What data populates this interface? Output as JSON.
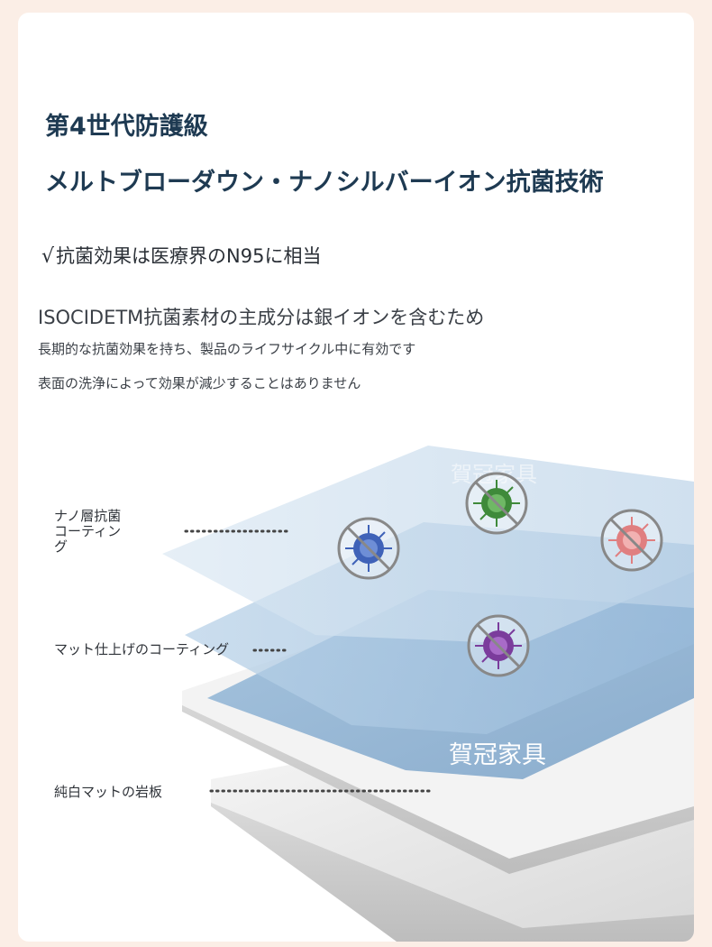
{
  "heading": {
    "line1": "第4世代防護級",
    "line2": "メルトブローダウン・ナノシルバーイオン抗菌技術"
  },
  "claim": {
    "tick": "√",
    "text": "抗菌効果は医療界のN95に相当"
  },
  "description": {
    "main": "ISOCIDETM抗菌素材の主成分は銀イオンを含むため",
    "sub1": "長期的な抗菌効果を持ち、製品のライフサイクル中に有効です",
    "sub2": "表面の洗浄によって効果が減少することはありません"
  },
  "layers": {
    "nano": [
      "ナノ層抗菌",
      "コーティン",
      "グ"
    ],
    "matte": "マット仕上げのコーティング",
    "stone": "純白マットの岩板"
  },
  "brand": {
    "watermark_top": "賀冠家具",
    "watermark_main": "賀冠家具"
  },
  "icons": {
    "virus_blue": "blue-virus-crossed-icon",
    "virus_green": "green-virus-crossed-icon",
    "virus_red": "red-virus-crossed-icon",
    "virus_purple": "purple-virus-crossed-icon"
  },
  "colors": {
    "background": "#fbeee6",
    "heading": "#1e3a52",
    "layer_light": "#c6dbeb",
    "layer_mid": "#a9c7e0",
    "layer_dark": "#8fb2d1",
    "virus_blue": "#3f62b8",
    "virus_green": "#3f8a3a",
    "virus_red": "#e07f80",
    "virus_purple": "#7b3c9c"
  }
}
